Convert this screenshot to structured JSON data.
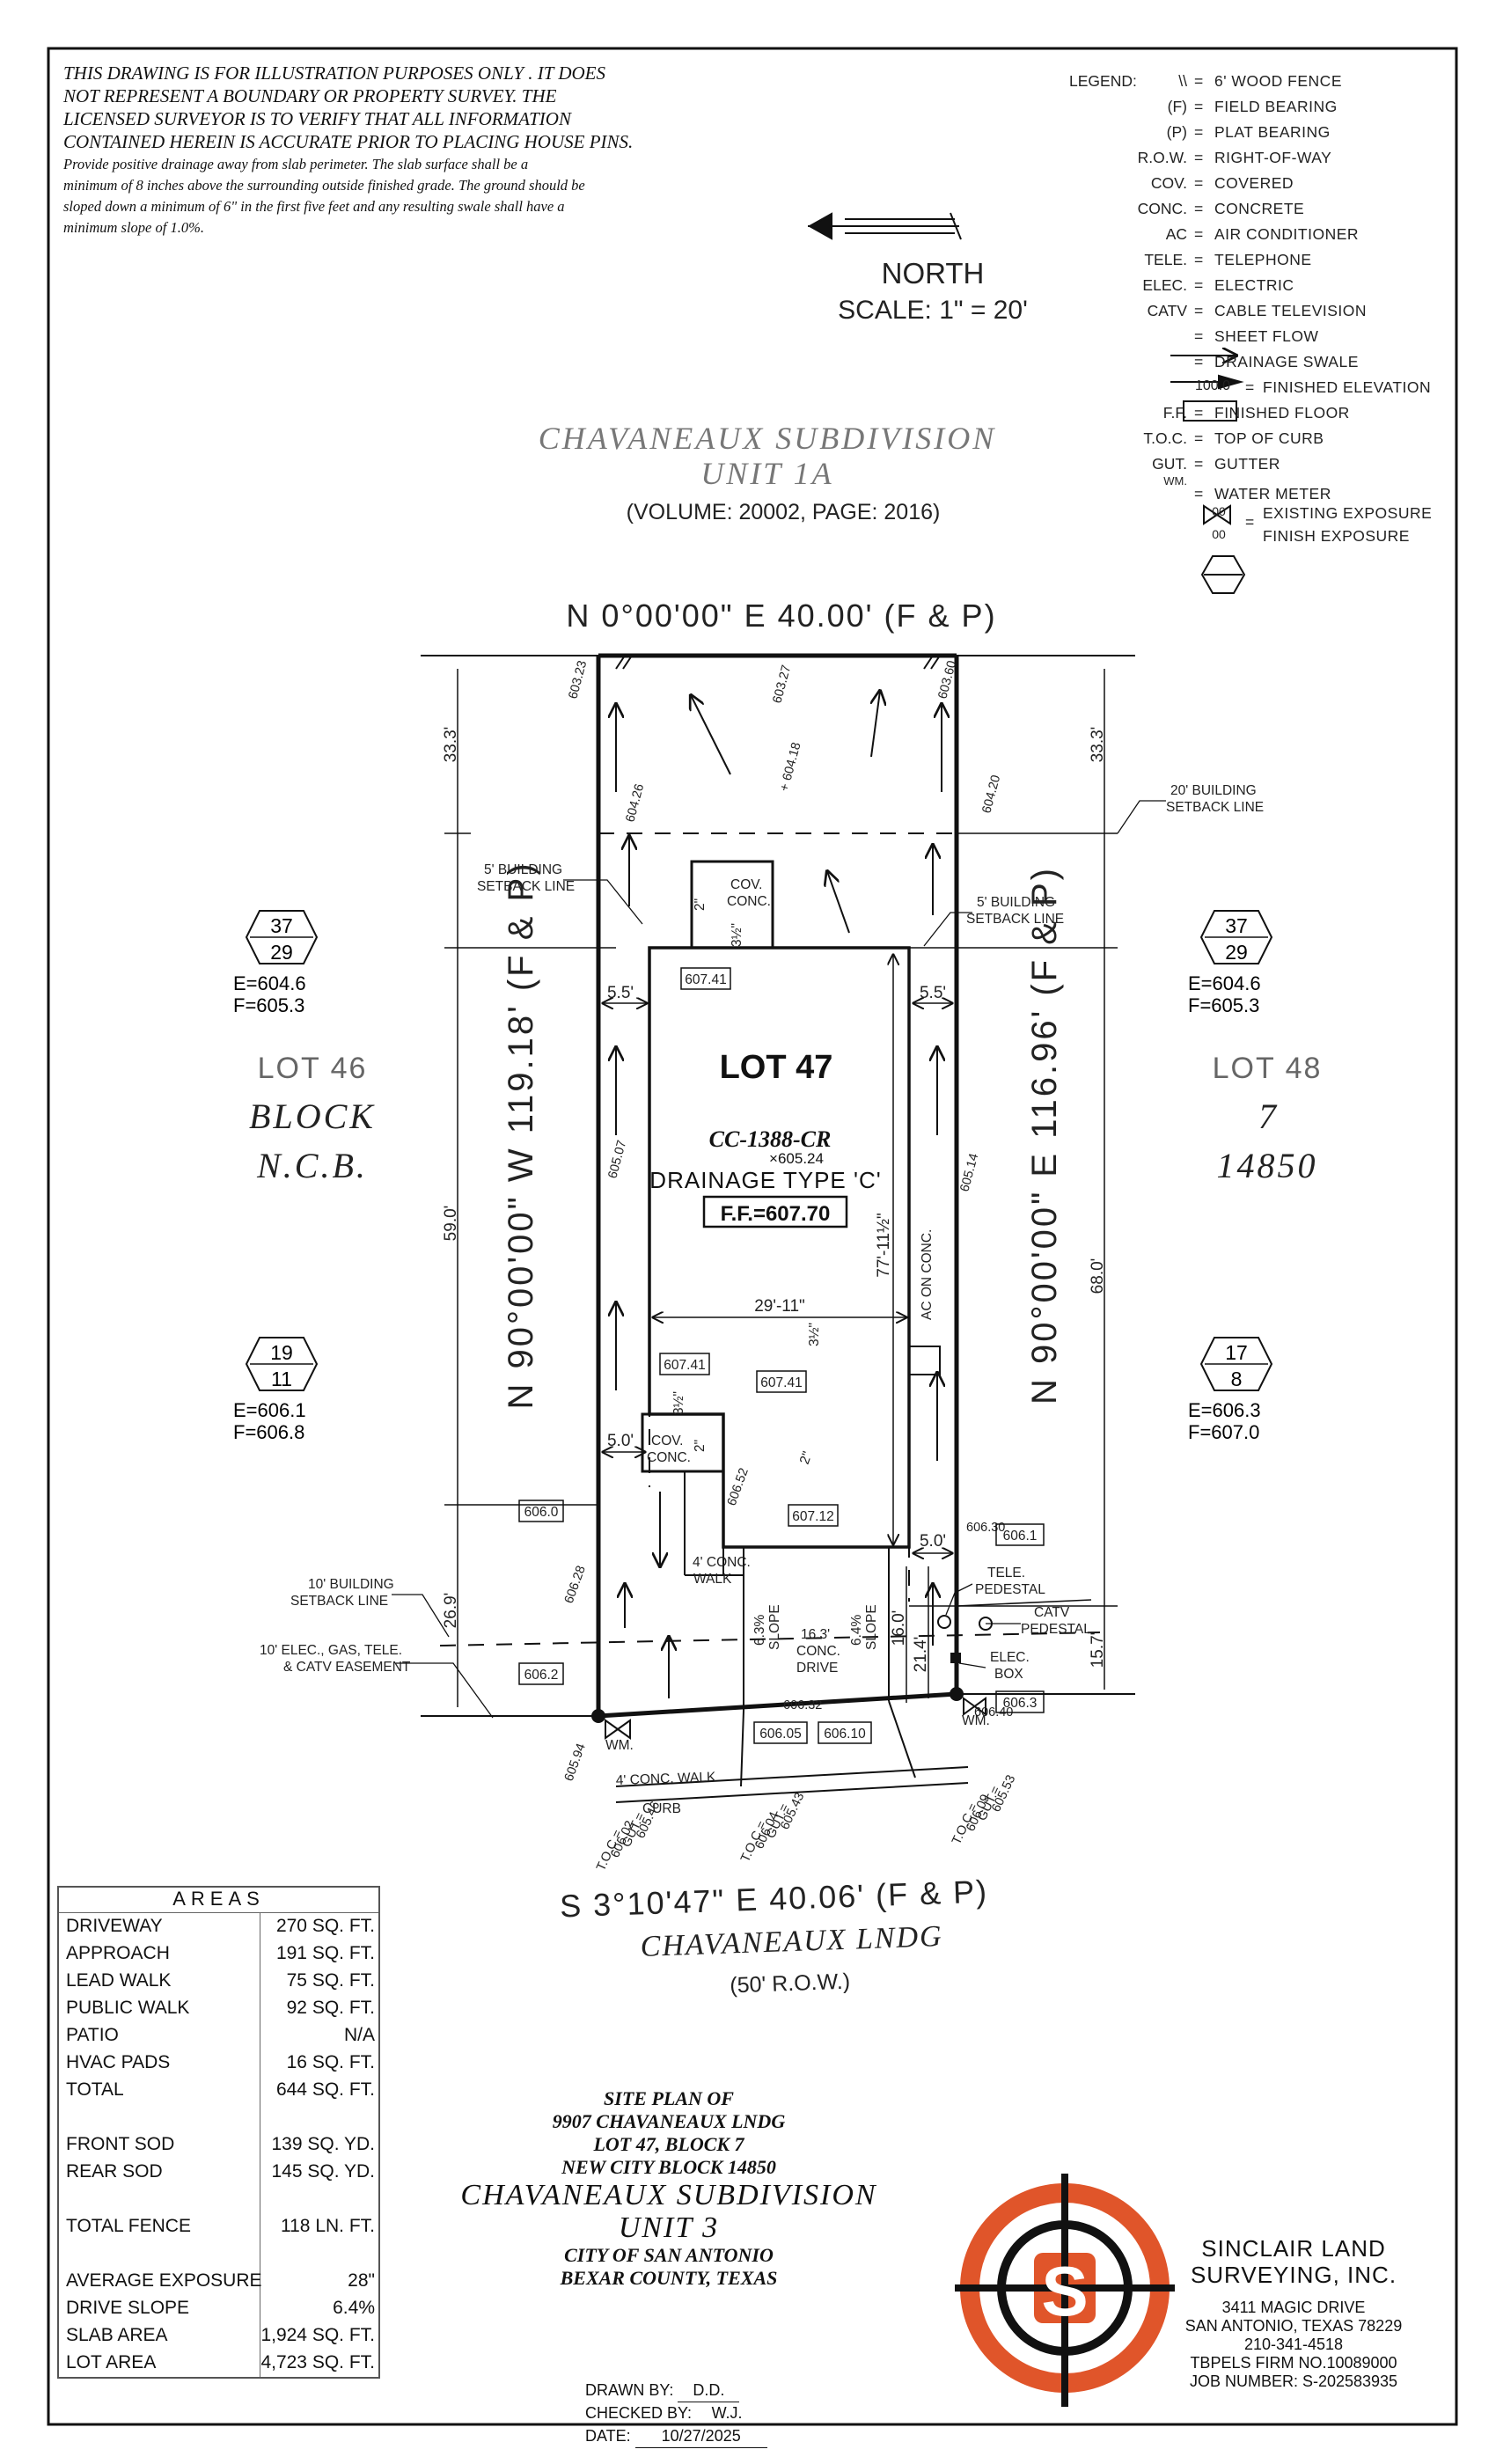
{
  "disclaimer": {
    "line1": "THIS DRAWING IS FOR ILLUSTRATION PURPOSES ONLY . IT DOES",
    "line2": "NOT REPRESENT A BOUNDARY OR PROPERTY SURVEY. THE",
    "line3": "LICENSED SURVEYOR IS TO VERIFY THAT ALL INFORMATION",
    "line4": "CONTAINED HEREIN IS ACCURATE PRIOR TO PLACING HOUSE PINS.",
    "line5": "Provide positive drainage away from slab perimeter. The slab surface shall be a",
    "line6": "minimum of 8 inches above the surrounding outside finished grade. The ground should be",
    "line7": "sloped down a minimum of 6\" in the first five feet and any resulting swale shall have a",
    "line8": "minimum slope of 1.0%."
  },
  "legend": {
    "title": "LEGEND:",
    "items": [
      {
        "sym": "\\\\",
        "txt": "6' WOOD FENCE"
      },
      {
        "sym": "(F)",
        "txt": "FIELD BEARING"
      },
      {
        "sym": "(P)",
        "txt": "PLAT BEARING"
      },
      {
        "sym": "R.O.W.",
        "txt": "RIGHT-OF-WAY"
      },
      {
        "sym": "COV.",
        "txt": "COVERED"
      },
      {
        "sym": "CONC.",
        "txt": "CONCRETE"
      },
      {
        "sym": "AC",
        "txt": "AIR CONDITIONER"
      },
      {
        "sym": "TELE.",
        "txt": "TELEPHONE"
      },
      {
        "sym": "ELEC.",
        "txt": "ELECTRIC"
      },
      {
        "sym": "CATV",
        "txt": "CABLE TELEVISION"
      },
      {
        "sym": "",
        "txt": "SHEET FLOW"
      },
      {
        "sym": "",
        "txt": "DRAINAGE SWALE"
      },
      {
        "sym": "100.0",
        "txt": "FINISHED ELEVATION"
      },
      {
        "sym": "F.F.",
        "txt": "FINISHED FLOOR"
      },
      {
        "sym": "T.O.C.",
        "txt": "TOP OF CURB"
      },
      {
        "sym": "GUT.",
        "txt": "GUTTER"
      },
      {
        "sym": "WM.",
        "txt": "WATER METER"
      }
    ],
    "exposure_sym_top": "00",
    "exposure_sym_bottom": "00",
    "existing_exposure": "EXISTING EXPOSURE",
    "finish_exposure": "FINISH EXPOSURE"
  },
  "north": {
    "label": "NORTH",
    "scale": "SCALE:  1\"  =  20'"
  },
  "subdivision": {
    "line1": "CHAVANEAUX  SUBDIVISION",
    "line2": "UNIT 1A",
    "volume": "(VOLUME: 20002, PAGE: 2016)"
  },
  "bearings": {
    "north": "N 0°00'00\" E 40.00' (F & P)",
    "west": "N 90°00'00\" W 119.18' (F & P)",
    "east": "N 90°00'00\" E 116.96' (F & P)",
    "south": "S 3°10'47\" E 40.06' (F & P)"
  },
  "street": {
    "name": "CHAVANEAUX LNDG",
    "row": "(50' R.O.W.)"
  },
  "lot": {
    "name": "LOT 47",
    "code": "CC-1388-CR",
    "spot": "×605.24",
    "drainage": "DRAINAGE TYPE 'C'",
    "ff": "F.F.=607.70"
  },
  "adjacent": {
    "lot46": "LOT 46",
    "block": "BLOCK",
    "ncb": "N.C.B.",
    "lot48": "LOT 48",
    "block_no": "7",
    "ncb_no": "14850"
  },
  "exposures": {
    "left_top": {
      "top": "37",
      "bottom": "29",
      "e": "E=604.6",
      "f": "F=605.3"
    },
    "right_top": {
      "top": "37",
      "bottom": "29",
      "e": "E=604.6",
      "f": "F=605.3"
    },
    "left_bottom": {
      "top": "19",
      "bottom": "11",
      "e": "E=606.1",
      "f": "F=606.8"
    },
    "right_bottom": {
      "top": "17",
      "bottom": "8",
      "e": "E=606.3",
      "f": "F=607.0"
    }
  },
  "dims": {
    "d333_left": "33.3'",
    "d333_right": "33.3'",
    "d590": "59.0'",
    "d680": "68.0'",
    "d269": "26.9'",
    "d157": "15.7'",
    "d55_left": "5.5'",
    "d55_right": "5.5'",
    "d50_left": "5.0'",
    "d50_right": "5.0'",
    "d2911": "29'-11\"",
    "d7711": "77'-11½\"",
    "d160": "16.0'",
    "d214": "21.4'"
  },
  "notes": {
    "bsl20": "20' BUILDING",
    "bsl20b": "SETBACK LINE",
    "bsl5l": "5' BUILDING",
    "bsl5lb": "SETBACK LINE",
    "bsl5r": "5' BUILDING",
    "bsl5rb": "SETBACK LINE",
    "bsl10": "10' BUILDING",
    "bsl10b": "SETBACK LINE",
    "ease1": "10' ELEC., GAS, TELE.",
    "ease2": "& CATV EASEMENT",
    "covconc_top1": "COV.",
    "covconc_top2": "CONC.",
    "covconc_bot1": "COV.",
    "covconc_bot2": "CONC.",
    "ac_conc": "AC ON CONC.",
    "walk4": "4' CONC.",
    "walk4b": "WALK",
    "drive1": "16.3'",
    "drive2": "CONC.",
    "drive3": "DRIVE",
    "slope_l": "6.3%",
    "slope_lb": "SLOPE",
    "slope_r": "6.4%",
    "slope_rb": "SLOPE",
    "tele1": "TELE.",
    "tele2": "PEDESTAL",
    "catv1": "CATV",
    "catv2": "PEDESTAL",
    "elec1": "ELEC.",
    "elec2": "BOX",
    "wm": "WM.",
    "wm2": "WM.",
    "public_walk": "4' CONC. WALK",
    "curb": "CURB",
    "in2a": "2\"",
    "in2b": "2\"",
    "in2c": "2\"",
    "in35a": "3½\"",
    "in35b": "3½\"",
    "in35c": "3½\""
  },
  "elevations": {
    "e603_23": "603.23",
    "e603_27": "603.27",
    "e603_60": "603.60",
    "e604_18": "+ 604.18",
    "e604_26": "604.26",
    "e604_20": "604.20",
    "e605_07": "605.07",
    "e605_14": "605.14",
    "b607_41a": "607.41",
    "b607_41b": "607.41",
    "b607_41c": "607.41",
    "b607_12": "607.12",
    "e606_52": "606.52",
    "b606_0": "606.0",
    "e606_28": "606.28",
    "b606_2": "606.2",
    "e606_30": "606.30",
    "b606_1": "606.1",
    "e606_40": "606.40",
    "b606_3": "606.3",
    "e606_32": "606.32",
    "b606_05": "606.05",
    "b606_10": "606.10",
    "e605_94": "605.94",
    "toc_l1": "T.O.C.=",
    "toc_l2": "606.02",
    "toc_l3": "GUT.=",
    "toc_l4": "605.46",
    "toc_m1": "T.O.C.=",
    "toc_m2": "606.04",
    "toc_m3": "GUT.=",
    "toc_m4": "605.43",
    "toc_r1": "T.O.C.=",
    "toc_r2": "606.09",
    "toc_r3": "GUT.=",
    "toc_r4": "605.53"
  },
  "areas": {
    "title": "AREAS",
    "rows": [
      {
        "label": "DRIVEWAY",
        "value": "270 SQ. FT."
      },
      {
        "label": "APPROACH",
        "value": "191 SQ. FT."
      },
      {
        "label": "LEAD WALK",
        "value": "75 SQ. FT."
      },
      {
        "label": "PUBLIC WALK",
        "value": "92 SQ. FT."
      },
      {
        "label": "PATIO",
        "value": "N/A"
      },
      {
        "label": "HVAC PADS",
        "value": "16 SQ. FT."
      },
      {
        "label": "TOTAL",
        "value": "644 SQ. FT."
      },
      {
        "label": "",
        "value": ""
      },
      {
        "label": "FRONT SOD",
        "value": "139 SQ. YD."
      },
      {
        "label": "REAR SOD",
        "value": "145 SQ. YD."
      },
      {
        "label": "",
        "value": ""
      },
      {
        "label": "TOTAL FENCE",
        "value": "118 LN. FT."
      },
      {
        "label": "",
        "value": ""
      },
      {
        "label": "AVERAGE EXPOSURE",
        "value": "28\""
      },
      {
        "label": "DRIVE SLOPE",
        "value": "6.4%"
      },
      {
        "label": "SLAB AREA",
        "value": "1,924 SQ. FT."
      },
      {
        "label": "LOT AREA",
        "value": "4,723 SQ. FT."
      }
    ]
  },
  "title_block": {
    "l1": "SITE PLAN OF",
    "l2": "9907 CHAVANEAUX LNDG",
    "l3": "LOT 47, BLOCK 7",
    "l4": "NEW CITY BLOCK 14850",
    "l5": "CHAVANEAUX SUBDIVISION",
    "l6": "UNIT 3",
    "l7": "CITY OF SAN ANTONIO",
    "l8": "BEXAR COUNTY, TEXAS",
    "drawn_lbl": "DRAWN BY:",
    "drawn": "D.D.",
    "checked_lbl": "CHECKED BY:",
    "checked": "W.J.",
    "date_lbl": "DATE:",
    "date": "10/27/2025"
  },
  "company": {
    "logo_letter": "S",
    "name1": "SINCLAIR LAND",
    "name2": "SURVEYING, INC.",
    "addr1": "3411 MAGIC DRIVE",
    "addr2": "SAN ANTONIO, TEXAS 78229",
    "phone": "210-341-4518",
    "firm": "TBPELS FIRM NO.10089000",
    "job": "JOB NUMBER: S-202583935",
    "logo_color": "#e0552a"
  }
}
